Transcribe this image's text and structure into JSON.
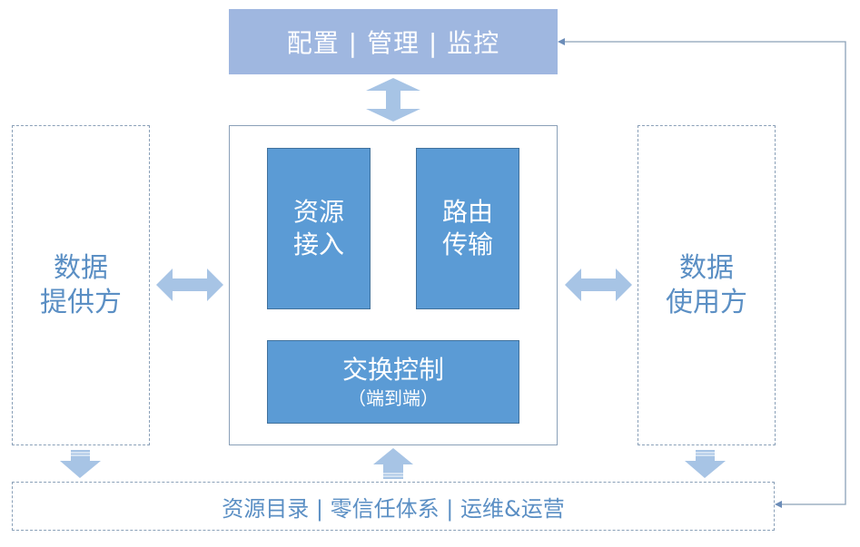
{
  "top_bar": {
    "label": "配置 | 管理 | 监控"
  },
  "core": {
    "resource_access": {
      "line1": "资源",
      "line2": "接入"
    },
    "routing": {
      "line1": "路由",
      "line2": "传输"
    },
    "exchange_control": {
      "title": "交换控制",
      "subtitle": "（端到端）"
    }
  },
  "provider": {
    "line1": "数据",
    "line2": "提供方"
  },
  "consumer": {
    "line1": "数据",
    "line2": "使用方"
  },
  "bottom_bar": {
    "label": "资源目录 | 零信任体系 | 运维&运营"
  },
  "colors": {
    "top_fill": "#9fb7e0",
    "block_fill": "#5b9bd5",
    "arrow_fill": "#a7c4e5",
    "text_blue": "#5b8fc4",
    "line": "#8aa0b8"
  }
}
